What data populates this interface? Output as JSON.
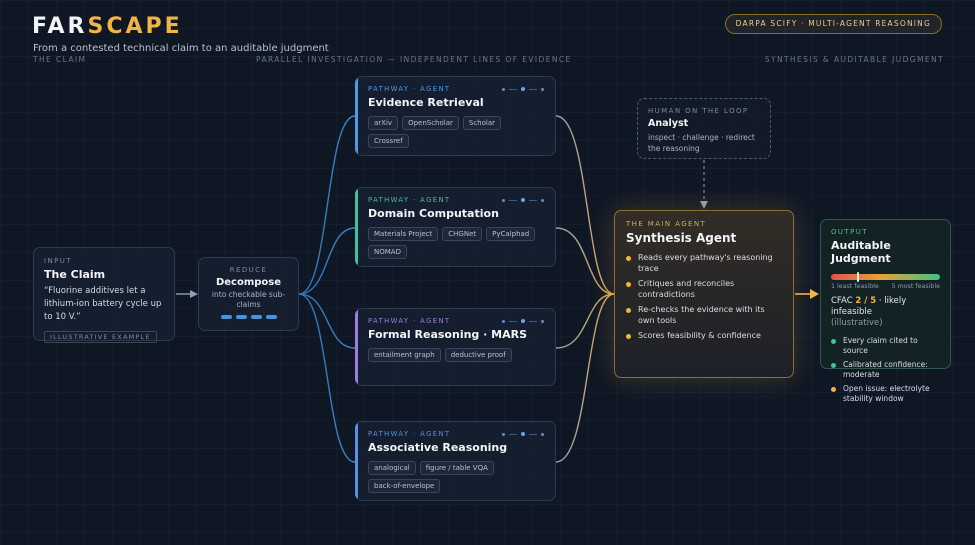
{
  "header": {
    "logo_a": "FAR",
    "logo_b": "SCAPE",
    "subtitle": "From a contested technical claim to an auditable judgment",
    "badge": "DARPA SCIFY · MULTI-AGENT REASONING",
    "col_claim": "THE CLAIM",
    "col_parallel": "PARALLEL INVESTIGATION — INDEPENDENT LINES OF EVIDENCE",
    "col_synthesis": "SYNTHESIS & AUDITABLE JUDGMENT"
  },
  "input": {
    "kicker": "INPUT",
    "title": "The Claim",
    "quote": "“Fluorine additives let a lithium-ion battery cycle up to 10 V.”",
    "pill": "ILLUSTRATIVE EXAMPLE"
  },
  "decompose": {
    "kicker": "REDUCE",
    "title": "Decompose",
    "body": "into checkable sub-claims"
  },
  "pathways": [
    {
      "kicker": "PATHWAY · AGENT",
      "title": "Evidence Retrieval",
      "color": "#4d9be6",
      "tags": [
        "arXiv",
        "OpenScholar",
        "Scholar",
        "Crossref"
      ]
    },
    {
      "kicker": "PATHWAY · AGENT",
      "title": "Domain Computation",
      "color": "#3fc39a",
      "tags": [
        "Materials Project",
        "CHGNet",
        "PyCalphad",
        "NOMAD"
      ]
    },
    {
      "kicker": "PATHWAY · AGENT",
      "title": "Formal Reasoning · MARS",
      "color": "#9b7fe0",
      "tags": [
        "entailment graph",
        "deductive proof"
      ]
    },
    {
      "kicker": "PATHWAY · AGENT",
      "title": "Associative Reasoning",
      "color": "#5a8fe8",
      "tags": [
        "analogical",
        "figure / table VQA",
        "back-of-envelope"
      ]
    }
  ],
  "analyst": {
    "kicker": "HUMAN ON THE LOOP",
    "title": "Analyst",
    "body": "inspect · challenge · redirect the reasoning"
  },
  "synthesis": {
    "kicker": "THE MAIN AGENT",
    "title": "Synthesis Agent",
    "bullets": [
      "Reads every pathway's reasoning trace",
      "Critiques and reconciles contradictions",
      "Re-checks the evidence with its own tools",
      "Scores feasibility & confidence"
    ],
    "bullet_color": "#f4b342"
  },
  "output": {
    "kicker": "OUTPUT",
    "title": "Auditable Judgment",
    "gauge_value": 2,
    "gauge_max": 5,
    "gauge_low": "1 least feasible",
    "gauge_high": "5 most feasible",
    "score_prefix": "CFAC",
    "score_value": "2 / 5",
    "score_text": "· likely infeasible",
    "score_note": "(illustrative)",
    "bullets": [
      {
        "text": "Every claim cited to source",
        "color": "#3fc39a"
      },
      {
        "text": "Calibrated confidence: moderate",
        "color": "#3fc39a"
      },
      {
        "text": "Open issue: electrolyte stability window",
        "color": "#f4b342"
      }
    ]
  }
}
